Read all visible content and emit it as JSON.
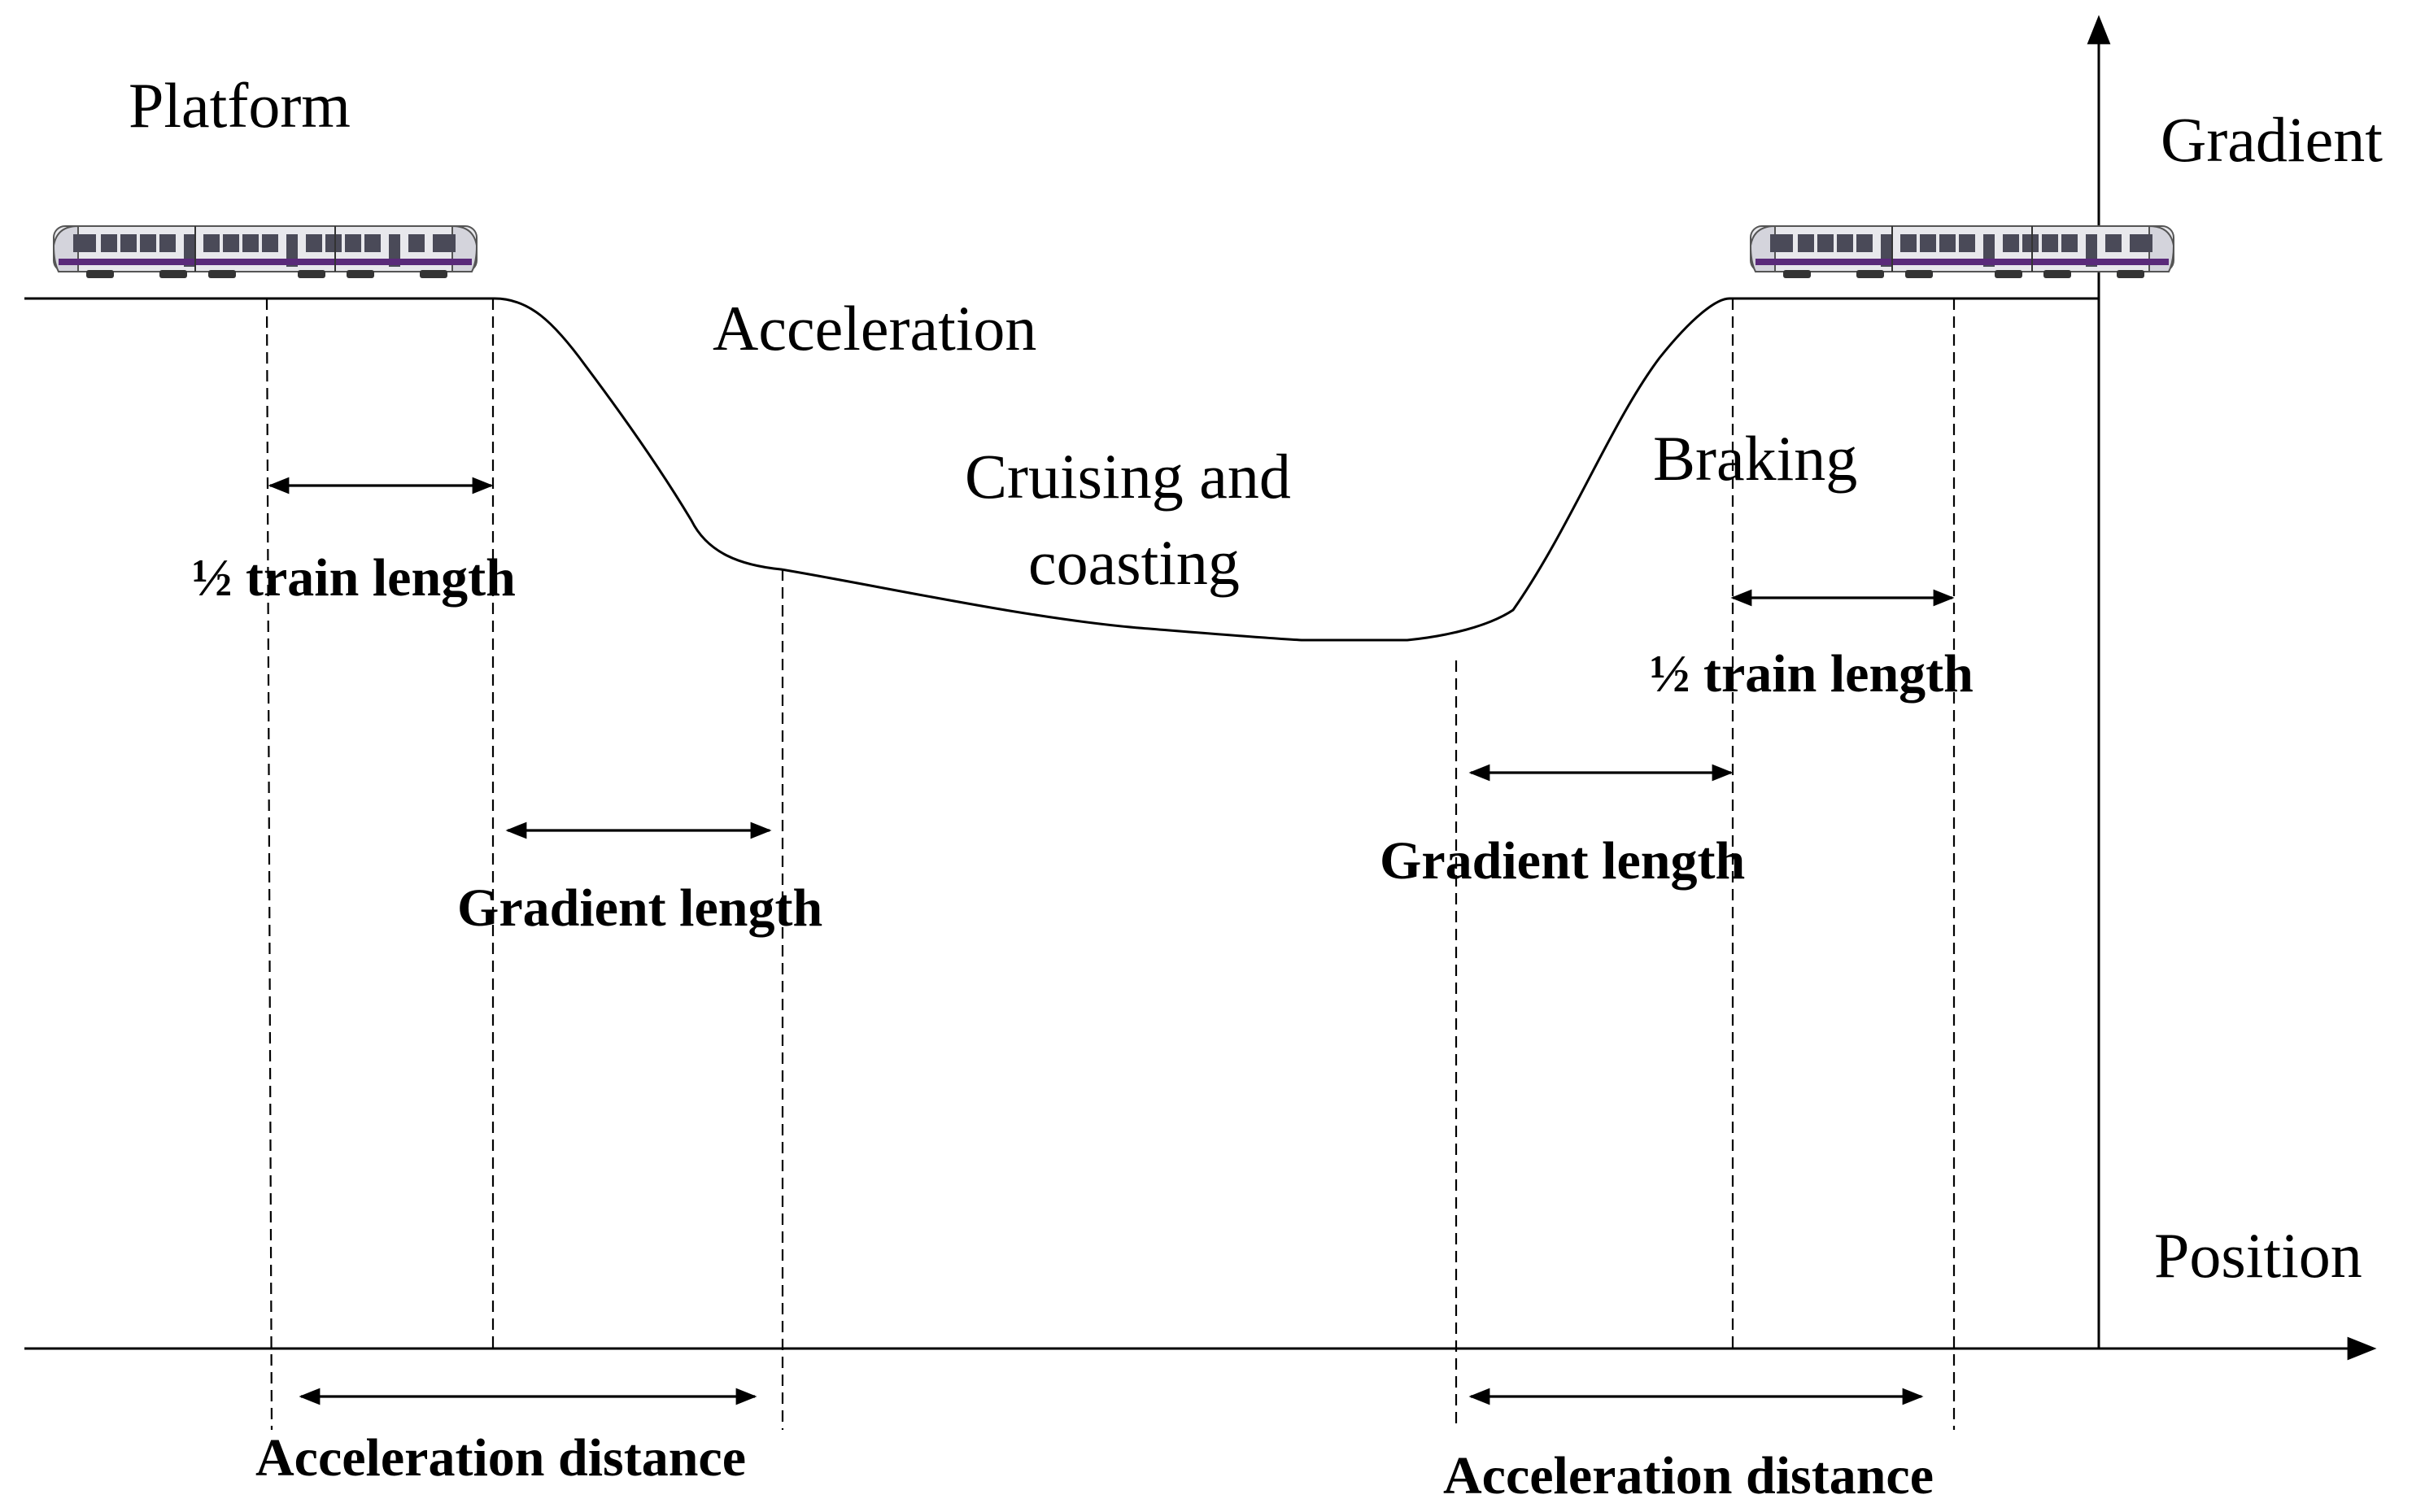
{
  "labels": {
    "platform": "Platform",
    "gradient_axis": "Gradient",
    "position_axis": "Position",
    "acceleration": "Acceleration",
    "cruising_line1": "Cruising and",
    "cruising_line2": "coasting",
    "braking": "Braking",
    "half_train_length_left": "½ train length",
    "half_train_length_right": "½ train length",
    "gradient_length_left": "Gradient length",
    "gradient_length_right": "Gradient length",
    "acceleration_distance_left": "Acceleration distance",
    "acceleration_distance_right": "Acceleration distance"
  },
  "icons": {
    "train_left": "train-icon",
    "train_right": "train-icon"
  },
  "colors": {
    "line": "#000000",
    "train_body": "#e8e8ec",
    "train_stripe": "#5a2a7a",
    "train_window": "#4a4a58"
  }
}
